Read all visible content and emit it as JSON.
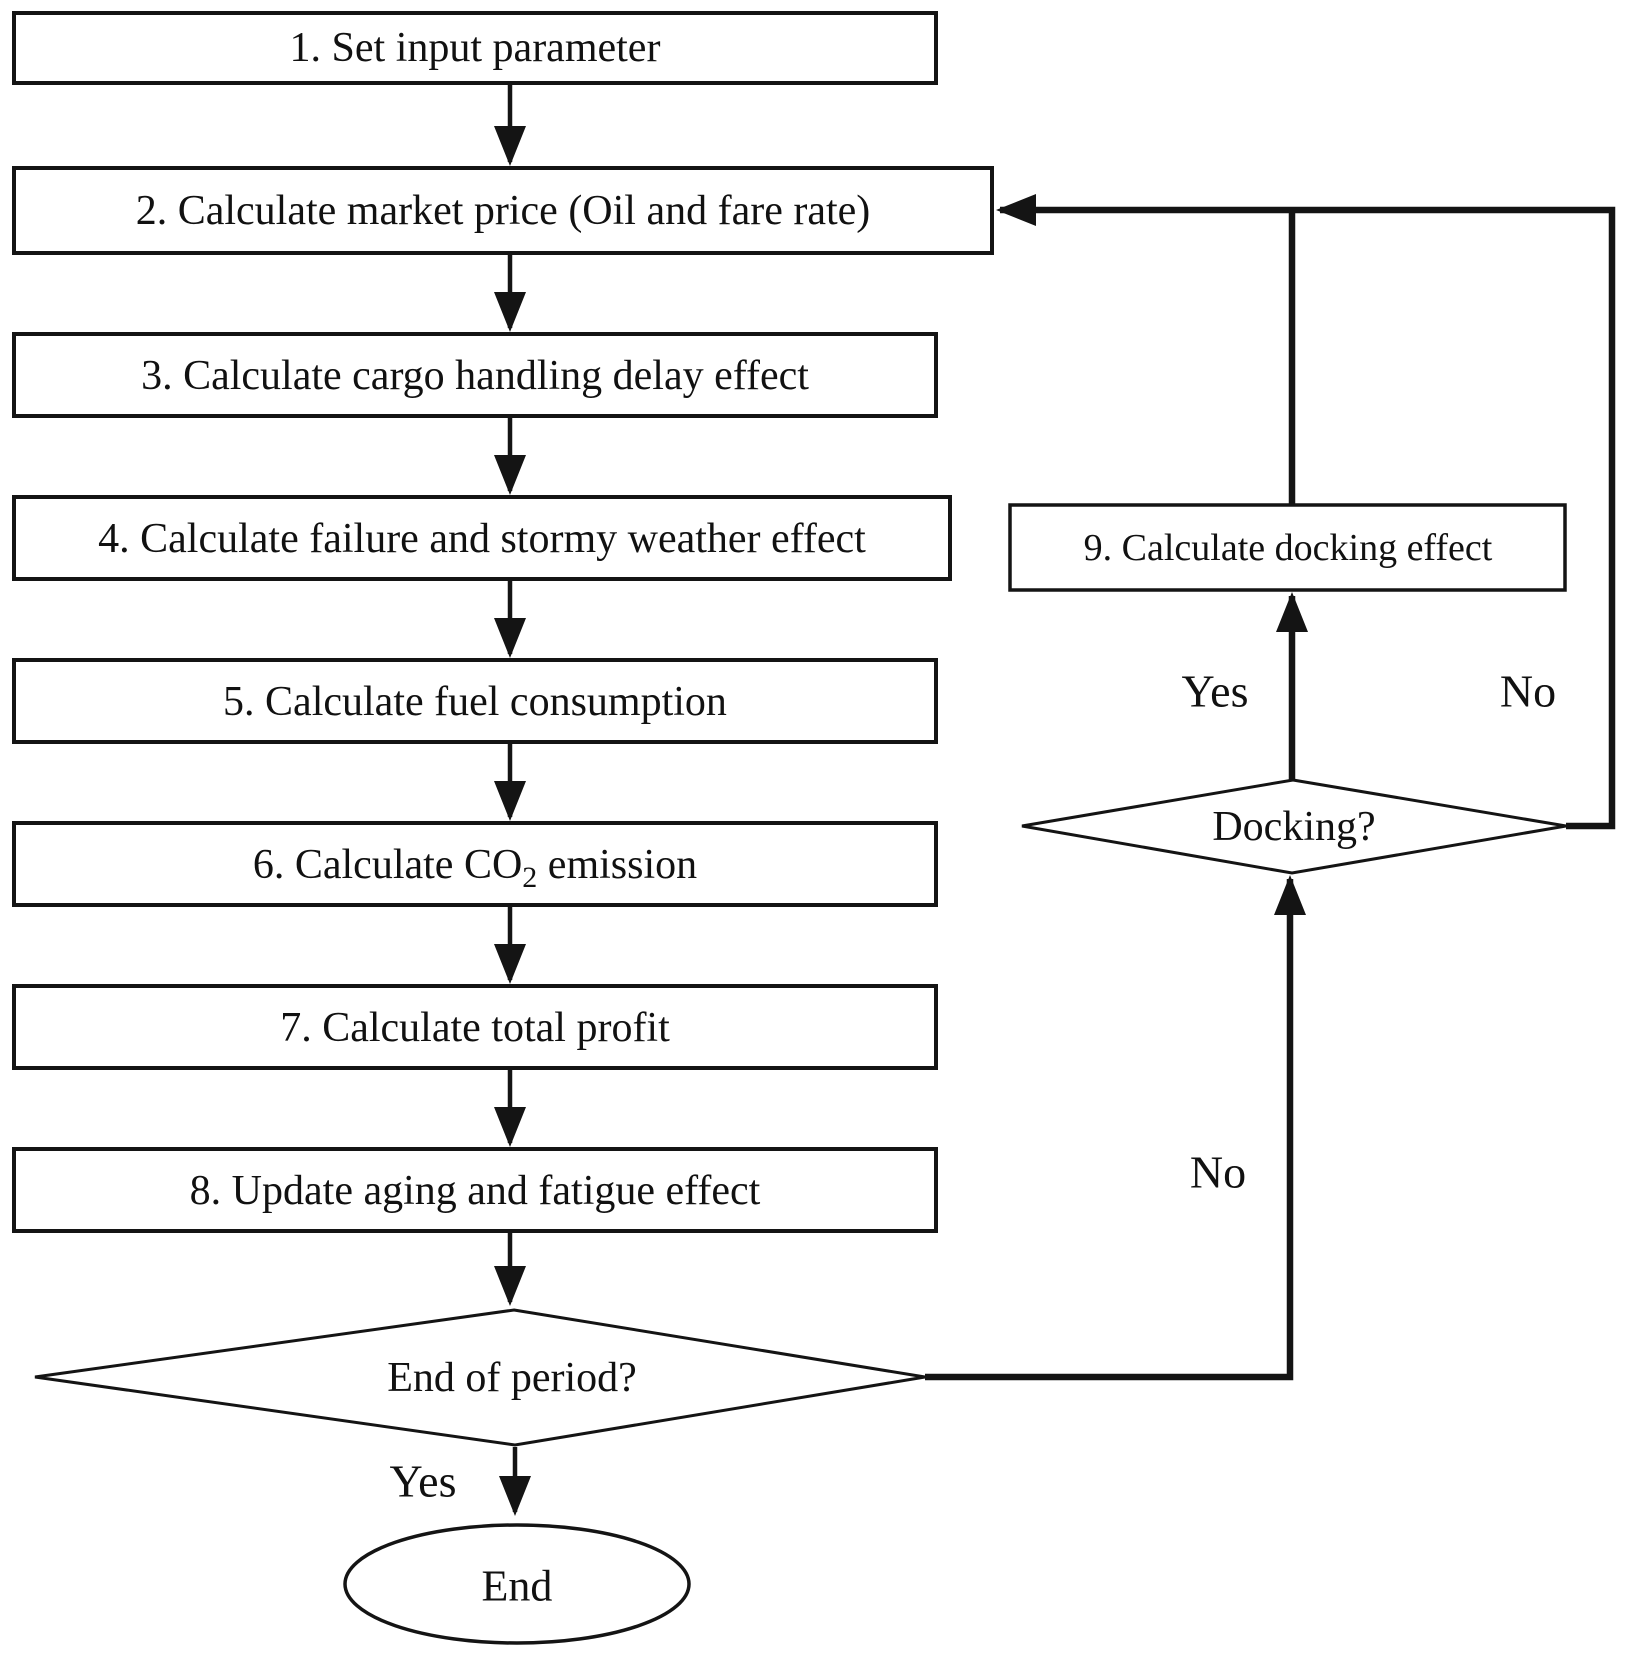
{
  "flowchart": {
    "steps": {
      "s1": "1. Set input parameter",
      "s2": "2. Calculate market price (Oil and fare rate)",
      "s3": "3. Calculate cargo handling delay effect",
      "s4": "4. Calculate failure and stormy weather effect",
      "s5": "5. Calculate fuel consumption",
      "s6_prefix": "6. Calculate CO",
      "s6_sub": "2",
      "s6_suffix": " emission",
      "s7": "7. Calculate total profit",
      "s8": "8. Update aging and fatigue effect",
      "s9": "9. Calculate docking effect"
    },
    "decisions": {
      "end_of_period": "End of period?",
      "docking": "Docking?"
    },
    "terminator_end": "End",
    "labels": {
      "eop_yes": "Yes",
      "eop_no": "No",
      "docking_yes": "Yes",
      "docking_no": "No"
    },
    "colors": {
      "stroke": "#141414",
      "text": "#111111",
      "background": "#ffffff"
    },
    "edges": [
      {
        "from": "step1",
        "to": "step2"
      },
      {
        "from": "step2",
        "to": "step3"
      },
      {
        "from": "step3",
        "to": "step4"
      },
      {
        "from": "step4",
        "to": "step5"
      },
      {
        "from": "step5",
        "to": "step6"
      },
      {
        "from": "step6",
        "to": "step7"
      },
      {
        "from": "step7",
        "to": "step8"
      },
      {
        "from": "step8",
        "to": "end_of_period"
      },
      {
        "from": "end_of_period",
        "to": "end",
        "label": "Yes"
      },
      {
        "from": "end_of_period",
        "to": "docking",
        "label": "No"
      },
      {
        "from": "docking",
        "to": "step9",
        "label": "Yes"
      },
      {
        "from": "docking",
        "to": "step2",
        "label": "No"
      },
      {
        "from": "step9",
        "to": "step2"
      }
    ]
  }
}
